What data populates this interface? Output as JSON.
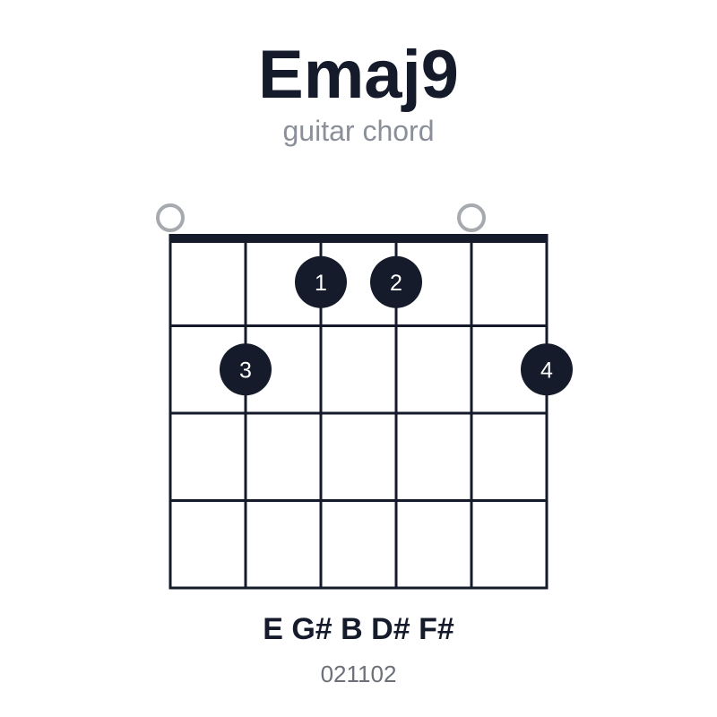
{
  "chord": {
    "name": "Emaj9",
    "subtitle": "guitar chord",
    "notes": "E G# B D# F#",
    "fingering": "021102"
  },
  "fretboard": {
    "strings": 6,
    "frets_shown": 4,
    "open_strings": [
      1,
      5
    ],
    "fretted_notes": [
      {
        "string": 3,
        "fret": 1,
        "finger": "1"
      },
      {
        "string": 4,
        "fret": 1,
        "finger": "2"
      },
      {
        "string": 2,
        "fret": 2,
        "finger": "3"
      },
      {
        "string": 6,
        "fret": 2,
        "finger": "4"
      }
    ]
  },
  "colors": {
    "ink": "#151b2b",
    "open_marker": "#a6a9ae",
    "dot_text": "#ffffff"
  }
}
